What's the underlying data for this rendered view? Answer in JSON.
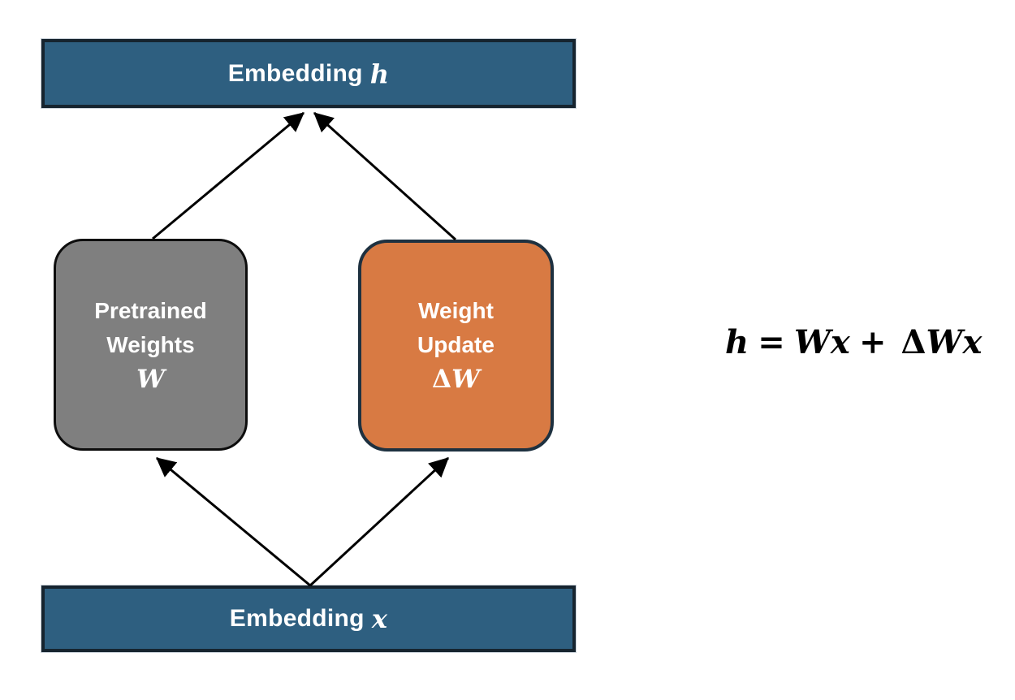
{
  "diagram": {
    "type": "flow-diagram",
    "topic": "LoRA weight update: output embedding as sum of pretrained and update paths",
    "top_bar": {
      "label": "Embedding",
      "variable": "h"
    },
    "bottom_bar": {
      "label": "Embedding",
      "variable": "x"
    },
    "pretrained_box": {
      "line1": "Pretrained",
      "line2": "Weights",
      "variable": "W"
    },
    "update_box": {
      "line1": "Weight",
      "line2": "Update",
      "variable_delta": "Δ",
      "variable_w": "W"
    },
    "equation": {
      "full": "h = Wx + ΔWx",
      "lhs": "h",
      "equals": "=",
      "term1": "Wx",
      "plus": "+",
      "delta": "Δ",
      "term2": "Wx"
    },
    "arrows": [
      "x-to-pretrained-weights",
      "x-to-weight-update",
      "pretrained-weights-to-h",
      "weight-update-to-h"
    ],
    "colors": {
      "bar_fill": "#2E5F80",
      "bar_border": "#16242F",
      "gray_fill": "#7F7F7F",
      "gray_border": "#0D0D0D",
      "orange_fill": "#D87A43",
      "orange_border": "#1E3140",
      "arrow_color": "#000000",
      "text_on_fill": "#FFFFFF",
      "equation_text": "#000000"
    }
  }
}
